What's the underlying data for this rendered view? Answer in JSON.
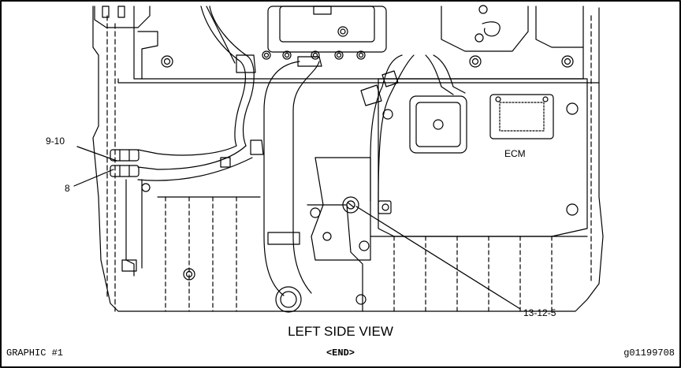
{
  "diagram": {
    "view_title": "LEFT SIDE VIEW",
    "component_label": "ECM",
    "callouts": [
      {
        "id": "c1",
        "text": "9-10"
      },
      {
        "id": "c2",
        "text": "8"
      },
      {
        "id": "c3",
        "text": "13-12-5"
      }
    ]
  },
  "footer": {
    "left": "GRAPHIC #1",
    "center": "<END>",
    "right": "g01199708"
  },
  "colors": {
    "line": "#000000",
    "background": "#ffffff"
  }
}
